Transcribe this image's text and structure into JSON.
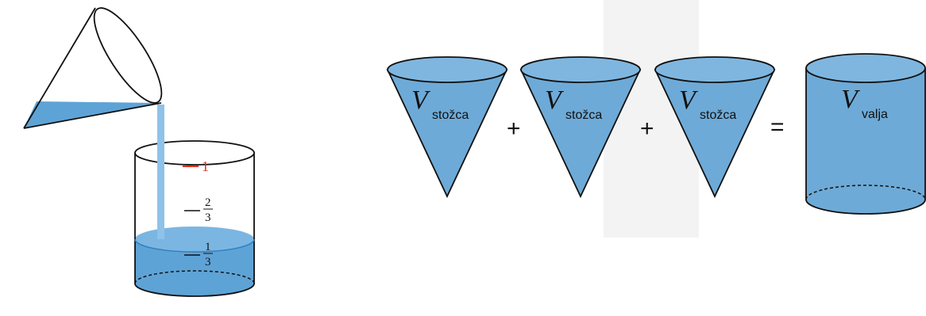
{
  "colors": {
    "water": "#5ea3d6",
    "water_light": "#8fc2e8",
    "outline": "#111111",
    "highlight": "#e03020",
    "level_line": "#2f7fc0",
    "bg_glare": "#f0f0f0"
  },
  "pouring_illustration": {
    "levels": [
      {
        "label": "1",
        "numerator": "",
        "denominator": "",
        "color": "#e03020"
      },
      {
        "label": "",
        "numerator": "2",
        "denominator": "3",
        "color": "#111111"
      },
      {
        "label": "",
        "numerator": "1",
        "denominator": "3",
        "color": "#111111"
      }
    ],
    "fill_fraction": 0.333
  },
  "equation": {
    "cone_symbol": "V",
    "cone_subscript": "stožca",
    "cylinder_symbol": "V",
    "cylinder_subscript": "valja",
    "plus": "+",
    "equals": "="
  }
}
